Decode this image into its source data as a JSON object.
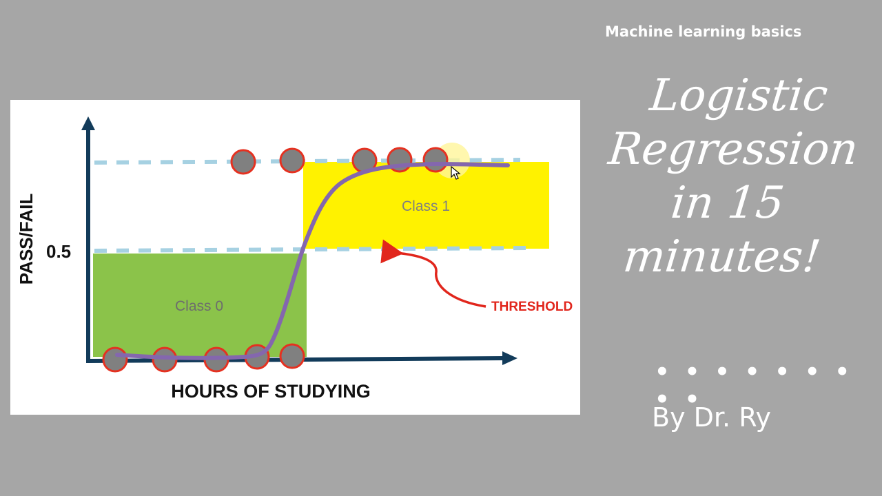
{
  "header": {
    "subtitle": "Machine learning basics"
  },
  "title": {
    "line1": "Logistic",
    "line2": "Regression",
    "line3": "in 15",
    "line4": "minutes!"
  },
  "separator": "• • • • • • • • •",
  "byline": "By Dr. Ry",
  "diagram": {
    "y_axis_label": "PASS/FAIL",
    "x_axis_label": "HOURS OF STUDYING",
    "tick_label": "0.5",
    "class0_label": "Class 0",
    "class1_label": "Class 1",
    "threshold_label": "THRESHOLD",
    "colors": {
      "class0_fill": "#8bc34a",
      "class1_fill": "#fff200",
      "axis": "#123b5a",
      "dashed_line": "#a6d1e2",
      "point_fill": "#808080",
      "point_stroke": "#e53120",
      "curve": "#8467ae",
      "threshold": "#e1261c"
    }
  }
}
